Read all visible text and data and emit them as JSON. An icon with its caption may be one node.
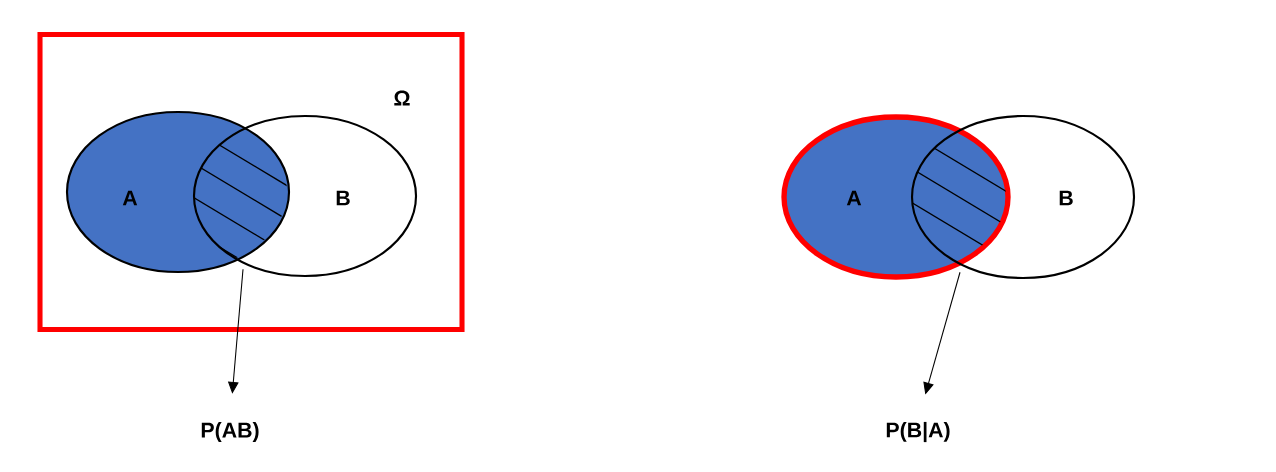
{
  "diagram": {
    "nodes": [
      {
        "text": [
          "Ω"
        ]
      },
      {
        "text": [
          "A"
        ],
        "in": 0
      },
      {
        "text": [
          "B"
        ],
        "in": 0
      },
      {
        "text": [],
        "shape": "lens"
      },
      {
        "text": [
          "P(AB)"
        ]
      },
      {
        "text": [
          "A"
        ]
      },
      {
        "text": [
          "B"
        ]
      },
      {
        "text": [],
        "shape": "lens"
      },
      {
        "text": [
          "P(B|A)"
        ]
      }
    ],
    "edges": [
      {
        "from": 3,
        "to": 4,
        "arrow": "to"
      },
      {
        "from": 7,
        "to": 8,
        "arrow": "to"
      }
    ]
  }
}
